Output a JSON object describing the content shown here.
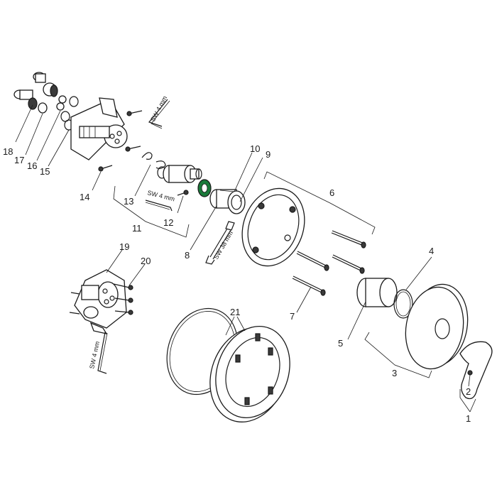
{
  "callouts": [
    "1",
    "2",
    "3",
    "4",
    "5",
    "6",
    "7",
    "8",
    "9",
    "10",
    "11",
    "12",
    "13",
    "14",
    "15",
    "16",
    "17",
    "18",
    "19",
    "20",
    "21"
  ],
  "tool_labels": {
    "hex_key_top": "SW 4 mm",
    "hex_key_mid": "SW 4 mm",
    "wrench": "SW 38 mm",
    "hex_key_bottom": "SW 4 mm"
  },
  "colors": {
    "line": "#1a1a1a",
    "accent_ring": "#1a7a3a",
    "background": "#ffffff"
  }
}
